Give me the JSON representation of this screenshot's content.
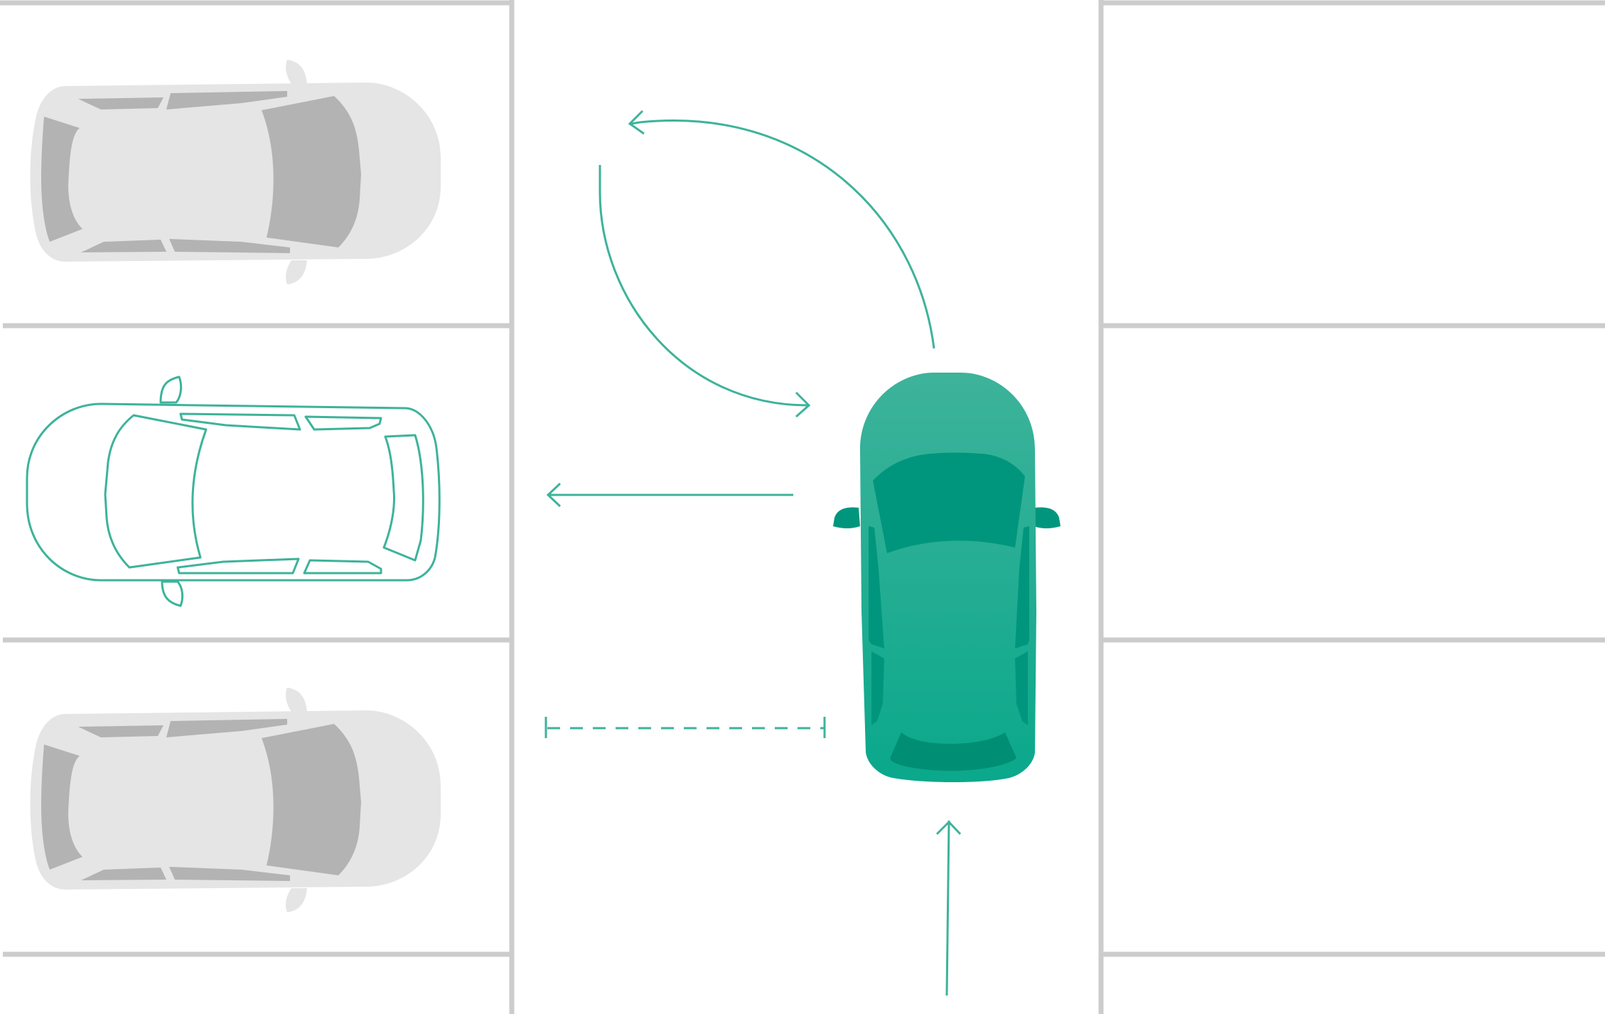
{
  "colors": {
    "background": "#ffffff",
    "parking_line": "#cccccc",
    "accent": "#3db39a",
    "accent_dark": "#00967d",
    "accent_mid": "#0aa88c",
    "accent_light": "#3db39a",
    "parked_body": "#e5e5e5",
    "parked_glass": "#b3b3b3",
    "ghost_fill": "#ffffff"
  },
  "scene": {
    "left_bays": 3,
    "right_bays": 3,
    "parked_cars": [
      {
        "bay": 1,
        "style": "grey",
        "facing": "right"
      },
      {
        "bay": 2,
        "style": "outline",
        "facing": "left"
      },
      {
        "bay": 3,
        "style": "grey",
        "facing": "right"
      }
    ],
    "driver_car": {
      "style": "teal",
      "facing": "up"
    }
  },
  "maneuver": {
    "steps": [
      {
        "name": "drive-forward",
        "icon": "straight-arrow-up-icon"
      },
      {
        "name": "keep-distance",
        "icon": "dashed-distance-marker-icon"
      },
      {
        "name": "reverse-left",
        "icon": "straight-arrow-left-icon"
      },
      {
        "name": "swing-out",
        "icon": "curved-arrow-up-left-icon"
      },
      {
        "name": "swing-back",
        "icon": "curved-arrow-down-right-icon"
      }
    ]
  }
}
